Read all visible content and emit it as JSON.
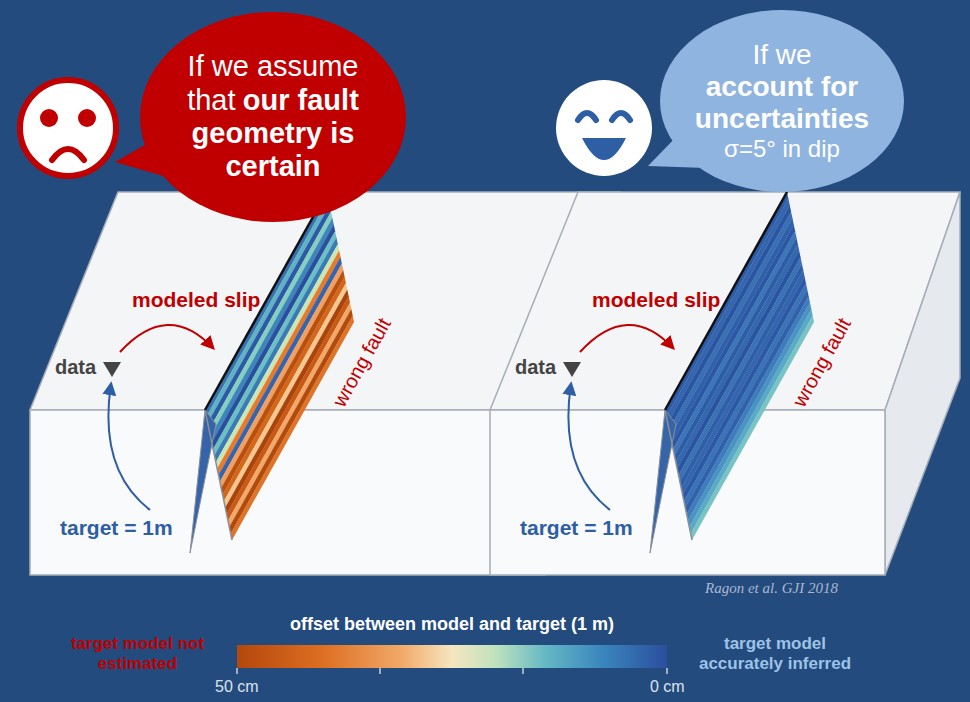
{
  "diagram": {
    "nodes": [
      {
        "text": [
          "If we assume that",
          "our fault geometry is certain"
        ]
      },
      {
        "text": [
          "If we",
          "account for uncertainties",
          "σ=5° in dip"
        ]
      }
    ],
    "labels": [
      "modeled slip",
      "data",
      "target = 1m",
      "wrong fault",
      "modeled slip",
      "data",
      "target = 1m",
      "wrong fault",
      "Ragon et al. GJI 2018",
      "offset between model and target (1 m)",
      "target model not estimated",
      "target model accurately inferred",
      "50 cm",
      "0 cm"
    ]
  }
}
